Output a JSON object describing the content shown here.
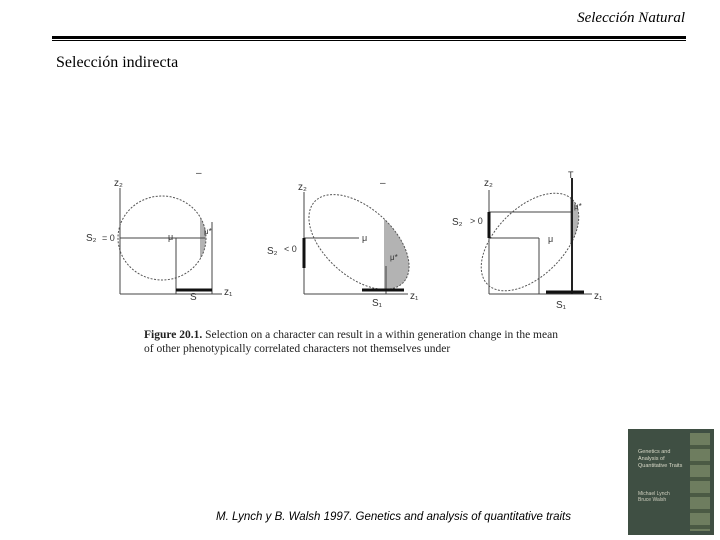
{
  "header": {
    "title": "Selección Natural"
  },
  "section": {
    "title": "Selección indirecta"
  },
  "figure": {
    "panel1": {
      "z2": "z₂",
      "z1": "z₁",
      "s2": "S₂",
      "s2_value": "= 0",
      "mu": "μ",
      "mu_star": "μ*",
      "s": "S",
      "top_mark": "–"
    },
    "panel2": {
      "z2": "z₂",
      "z1": "z₁",
      "s2": "S₂",
      "s2_value": "< 0",
      "mu": "μ",
      "mu_star": "μ*",
      "s1": "S₁",
      "top_mark": "–"
    },
    "panel3": {
      "z2": "z₂",
      "z1": "z₁",
      "s2": "S₂",
      "s2_value": "> 0",
      "mu": "μ",
      "mu_star": "μ*",
      "s1": "S₁",
      "top_mark": "T"
    }
  },
  "caption": {
    "label": "Figure 20.1.",
    "text": "Selection on a character can result in a within generation change in the mean of other phenotypically correlated characters not themselves under"
  },
  "citation": "M. Lynch y B. Walsh 1997. Genetics and analysis of quantitative traits",
  "book": {
    "title": "Genetics and Analysis of Quantitative Traits",
    "authors": "Michael Lynch Bruce Walsh"
  }
}
